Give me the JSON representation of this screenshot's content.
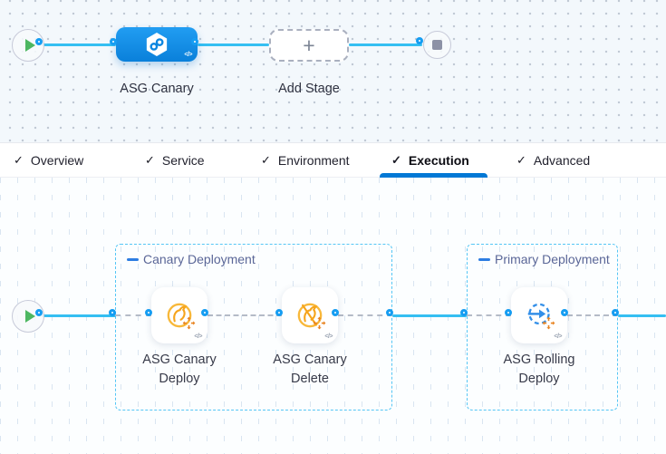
{
  "colors": {
    "accent_blue": "#0278d5",
    "connector_line": "#35bff2",
    "node_ring": "#169df2",
    "group_border": "#55c6f5",
    "group_title_text": "#5a6697",
    "stage_box_blue": "#0f8ce6",
    "canary_icon_orange": "#f6a41c",
    "rolling_icon_blue": "#338fe8",
    "play_green": "#4db761"
  },
  "stage_canvas": {
    "stage_label": "ASG Canary",
    "add_stage_label": "Add Stage",
    "plus_glyph": "+",
    "code_glyph": "</>"
  },
  "tab_bar": {
    "check_glyph": "✓",
    "items": [
      {
        "label": "Overview",
        "active": false
      },
      {
        "label": "Service",
        "active": false
      },
      {
        "label": "Environment",
        "active": false
      },
      {
        "label": "Execution",
        "active": true
      },
      {
        "label": "Advanced",
        "active": false
      }
    ]
  },
  "execution_canvas": {
    "code_glyph": "</>",
    "groups": [
      {
        "title": "Canary Deployment",
        "steps": [
          {
            "label_line1": "ASG Canary",
            "label_line2": "Deploy"
          },
          {
            "label_line1": "ASG Canary",
            "label_line2": "Delete"
          }
        ]
      },
      {
        "title": "Primary Deployment",
        "steps": [
          {
            "label_line1": "ASG Rolling",
            "label_line2": "Deploy"
          }
        ]
      }
    ]
  }
}
